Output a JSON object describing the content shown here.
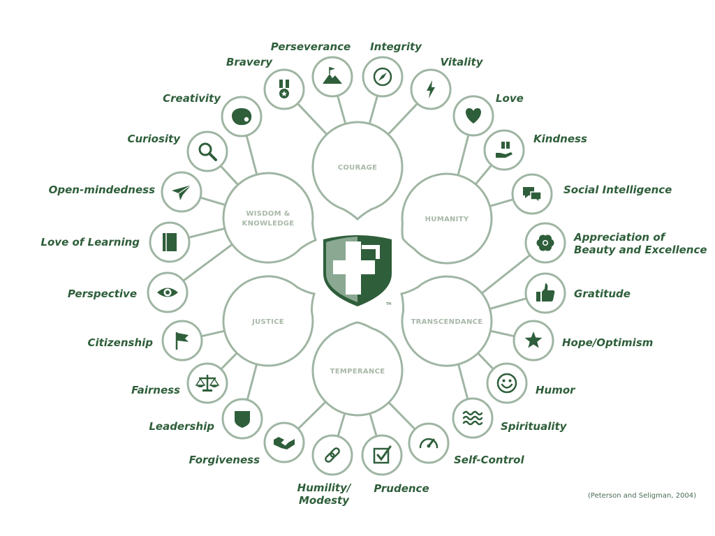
{
  "citation": "(Peterson and Seligman, 2004)",
  "colors": {
    "green": "#2e5e3a",
    "outline": "#9fb5a3",
    "virtue_text": "#a8b8a8"
  },
  "virtues": [
    {
      "id": "courage",
      "lines": [
        "COURAGE"
      ]
    },
    {
      "id": "humanity",
      "lines": [
        "HUMANITY"
      ]
    },
    {
      "id": "wisdom",
      "lines": [
        "WISDOM &",
        "KNOWLEDGE"
      ]
    },
    {
      "id": "justice",
      "lines": [
        "JUSTICE"
      ]
    },
    {
      "id": "transcendance",
      "lines": [
        "TRANSCENDANCE"
      ]
    },
    {
      "id": "temperance",
      "lines": [
        "TEMPERANCE"
      ]
    }
  ],
  "strengths": [
    {
      "id": "bravery",
      "icon": "medal-icon",
      "virtue": "courage",
      "lines": [
        "Bravery"
      ]
    },
    {
      "id": "perseverance",
      "icon": "mountain-flag-icon",
      "virtue": "courage",
      "lines": [
        "Perseverance"
      ]
    },
    {
      "id": "integrity",
      "icon": "compass-icon",
      "virtue": "courage",
      "lines": [
        "Integrity"
      ]
    },
    {
      "id": "vitality",
      "icon": "lightning-icon",
      "virtue": "courage",
      "lines": [
        "Vitality"
      ]
    },
    {
      "id": "love",
      "icon": "heart-icon",
      "virtue": "humanity",
      "lines": [
        "Love"
      ]
    },
    {
      "id": "kindness",
      "icon": "gift-hand-icon",
      "virtue": "humanity",
      "lines": [
        "Kindness"
      ]
    },
    {
      "id": "social-intelligence",
      "icon": "chat-bubbles-icon",
      "virtue": "humanity",
      "lines": [
        "Social Intelligence"
      ]
    },
    {
      "id": "appreciation-of-beauty",
      "icon": "flower-icon",
      "virtue": "transcendance",
      "lines": [
        "Appreciation of",
        "Beauty and Excellence"
      ]
    },
    {
      "id": "gratitude",
      "icon": "thumbs-up-icon",
      "virtue": "transcendance",
      "lines": [
        "Gratitude"
      ]
    },
    {
      "id": "hope-optimism",
      "icon": "star-icon",
      "virtue": "transcendance",
      "lines": [
        "Hope/Optimism"
      ]
    },
    {
      "id": "humor",
      "icon": "smiley-icon",
      "virtue": "transcendance",
      "lines": [
        "Humor"
      ]
    },
    {
      "id": "spirituality",
      "icon": "waves-icon",
      "virtue": "transcendance",
      "lines": [
        "Spirituality"
      ]
    },
    {
      "id": "self-control",
      "icon": "gauge-icon",
      "virtue": "temperance",
      "lines": [
        "Self-Control"
      ]
    },
    {
      "id": "prudence",
      "icon": "checkbox-icon",
      "virtue": "temperance",
      "lines": [
        "Prudence"
      ]
    },
    {
      "id": "humility-modesty",
      "icon": "chain-link-icon",
      "virtue": "temperance",
      "lines": [
        "Humility/",
        "Modesty"
      ]
    },
    {
      "id": "forgiveness",
      "icon": "handshake-icon",
      "virtue": "temperance",
      "lines": [
        "Forgiveness"
      ]
    },
    {
      "id": "leadership",
      "icon": "shield-icon",
      "virtue": "justice",
      "lines": [
        "Leadership"
      ]
    },
    {
      "id": "fairness",
      "icon": "scales-icon",
      "virtue": "justice",
      "lines": [
        "Fairness"
      ]
    },
    {
      "id": "citizenship",
      "icon": "flag-icon",
      "virtue": "justice",
      "lines": [
        "Citizenship"
      ]
    },
    {
      "id": "perspective",
      "icon": "eye-icon",
      "virtue": "wisdom",
      "lines": [
        "Perspective"
      ]
    },
    {
      "id": "love-of-learning",
      "icon": "book-icon",
      "virtue": "wisdom",
      "lines": [
        "Love of Learning"
      ]
    },
    {
      "id": "open-mindedness",
      "icon": "paper-plane-icon",
      "virtue": "wisdom",
      "lines": [
        "Open-mindedness"
      ]
    },
    {
      "id": "curiosity",
      "icon": "magnifier-icon",
      "virtue": "wisdom",
      "lines": [
        "Curiosity"
      ]
    },
    {
      "id": "creativity",
      "icon": "palette-icon",
      "virtue": "wisdom",
      "lines": [
        "Creativity"
      ]
    }
  ]
}
